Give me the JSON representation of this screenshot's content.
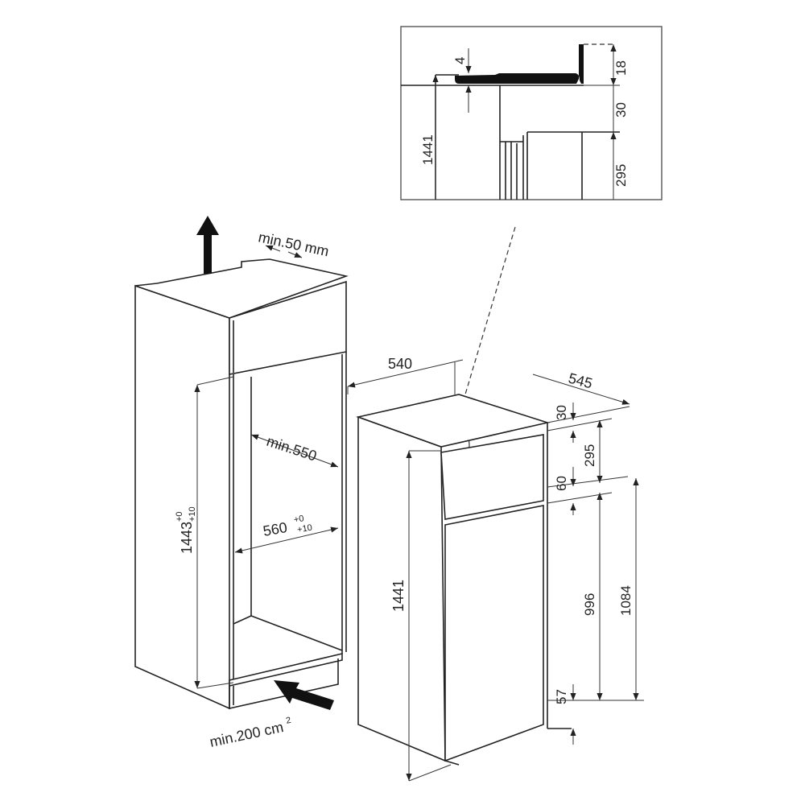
{
  "inset": {
    "d_4": "4",
    "d_18": "18",
    "d_30": "30",
    "d_1441": "1441",
    "d_295": "295"
  },
  "cabinet": {
    "vent_top": "min.50 mm",
    "inner_depth": "min.550",
    "width": "560",
    "width_tol_plus": "+0",
    "width_tol_minus": "+10",
    "height": "1443",
    "height_tol_plus": "+0",
    "height_tol_minus": "+10",
    "vent_bottom": "min.200 cm",
    "vent_bottom_sup": "2"
  },
  "appliance": {
    "width": "540",
    "depth": "545",
    "d_30": "30",
    "d_295": "295",
    "d_60": "60",
    "d_996": "996",
    "d_1084": "1084",
    "d_57": "57",
    "height": "1441"
  }
}
